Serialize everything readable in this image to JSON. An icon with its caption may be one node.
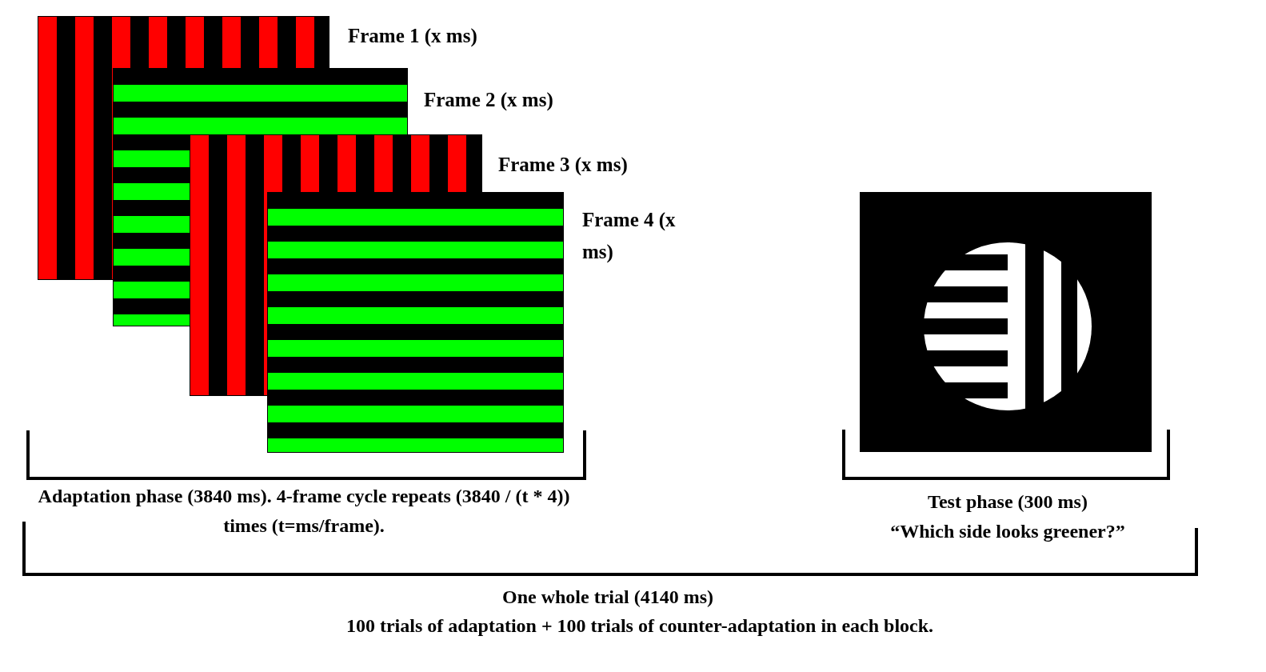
{
  "diagram": {
    "nodes": [
      {
        "text": [
          "Frame 1 (x ms)"
        ]
      },
      {
        "text": [
          "Frame 2 (x ms)"
        ]
      },
      {
        "text": [
          "Frame 3 (x ms)"
        ]
      },
      {
        "text": [
          "Frame 4 (x ms)"
        ]
      },
      {
        "text": [],
        "shape": "box"
      }
    ],
    "labels": [
      "Adaptation phase (3840 ms). 4-frame cycle repeats (3840 / (t * 4)) times (t=ms/frame).",
      "Test phase (300 ms)",
      "“Which side looks greener?”",
      "One whole trial (4140 ms)",
      "100 trials of adaptation + 100 trials of counter-adaptation in each block."
    ]
  }
}
